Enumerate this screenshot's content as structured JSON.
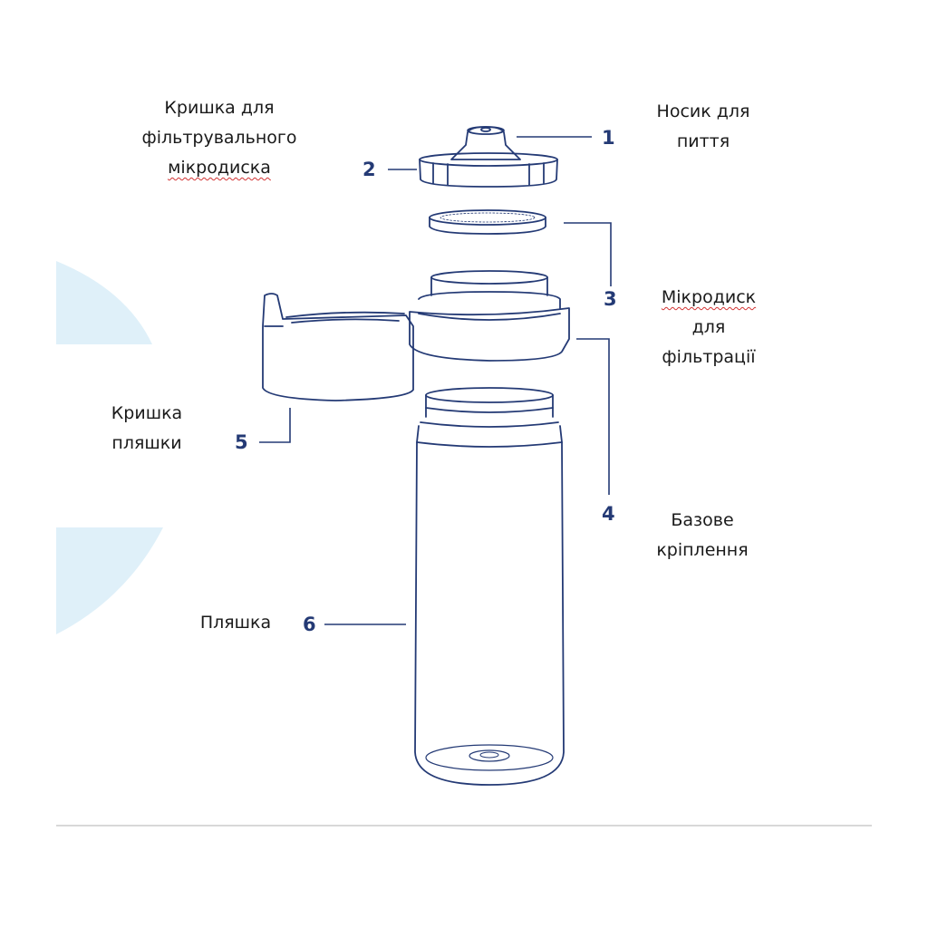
{
  "colors": {
    "outline": "#243a75",
    "callout_number": "#243a75",
    "background_shape": "#dff0f9",
    "divider": "#cccccc"
  },
  "parts": [
    {
      "number": "1",
      "label_lines": [
        "Носик для",
        "пиття"
      ]
    },
    {
      "number": "2",
      "label_lines": [
        "Кришка для",
        "фільтрувального",
        "мікродиска"
      ]
    },
    {
      "number": "3",
      "label_lines": [
        "Мікродиск",
        "для",
        "фільтрації"
      ]
    },
    {
      "number": "4",
      "label_lines": [
        "Базове",
        "кріплення"
      ]
    },
    {
      "number": "5",
      "label_lines": [
        "Кришка",
        "пляшки"
      ]
    },
    {
      "number": "6",
      "label_lines": [
        "Пляшка"
      ]
    }
  ]
}
